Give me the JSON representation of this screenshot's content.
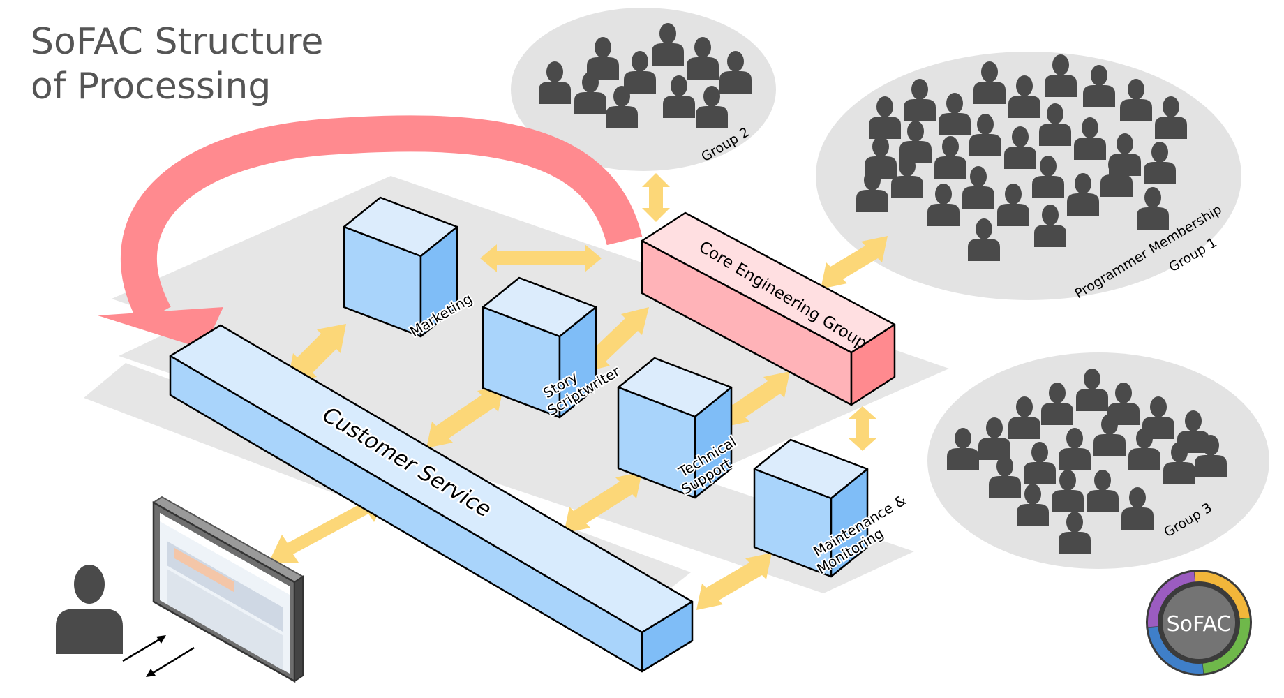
{
  "title": {
    "line1": "SoFAC Structure",
    "line2": "of Processing"
  },
  "departments": {
    "customer_service": "Customer Service",
    "marketing": "Marketing",
    "story_line1": "Story",
    "story_line2": "Scriptwriter",
    "tech_line1": "Technical",
    "tech_line2": "Support",
    "maint_line1": "Maintenance &",
    "maint_line2": "Monitoring",
    "core": "Core Engineering Group"
  },
  "groups": {
    "group2": "Group 2",
    "group1_line1": "Programmer Membership",
    "group1_line2": "Group 1",
    "group3": "Group 3"
  },
  "logo": {
    "text": "SoFAC"
  },
  "colors": {
    "blue_box": "#a9d4fb",
    "pink_box": "#ffb3b8",
    "arrow_yellow": "#fcd778",
    "red_arrow": "#ff8a8f",
    "person": "#4a4a4a",
    "group_bubble": "#e3e3e3"
  }
}
